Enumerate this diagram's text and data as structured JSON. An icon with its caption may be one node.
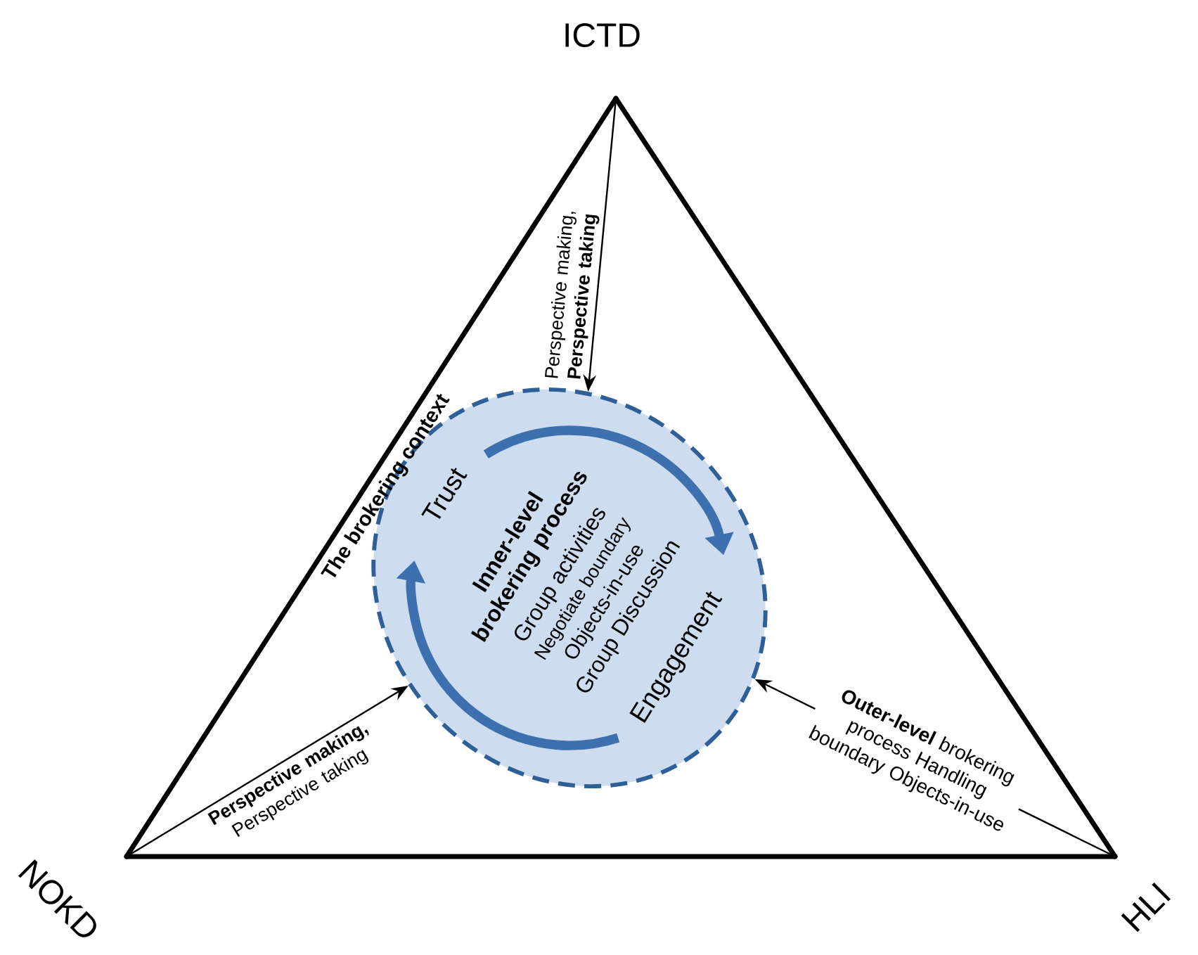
{
  "diagram": {
    "nodes": [
      {
        "text": [
          "ICTD"
        ]
      },
      {
        "text": [
          "NOKD"
        ]
      },
      {
        "text": [
          "HLI"
        ]
      },
      {
        "text": [
          "Trust",
          "Inner-level brokering process",
          "Group activities",
          "Negotiate boundary",
          "Objects-in-use",
          "Group Discussion",
          "Engagement"
        ]
      }
    ],
    "edges": [
      {
        "from": 0,
        "to": 1,
        "arrow": "none",
        "style": "thick",
        "label": "The brokering context"
      },
      {
        "from": 0,
        "to": 2,
        "arrow": "none",
        "style": "thick"
      },
      {
        "from": 1,
        "to": 2,
        "arrow": "none",
        "style": "thick"
      },
      {
        "from": 0,
        "to": 3,
        "arrow": "to",
        "label": "Perspective making, **Perspective taking**"
      },
      {
        "from": 1,
        "to": 3,
        "arrow": "to",
        "label": "**Perspective making,** Perspective taking"
      },
      {
        "from": 2,
        "to": 3,
        "arrow": "to",
        "label": "**Outer-level** brokering process Handling boundary Objects-in-use"
      }
    ]
  }
}
